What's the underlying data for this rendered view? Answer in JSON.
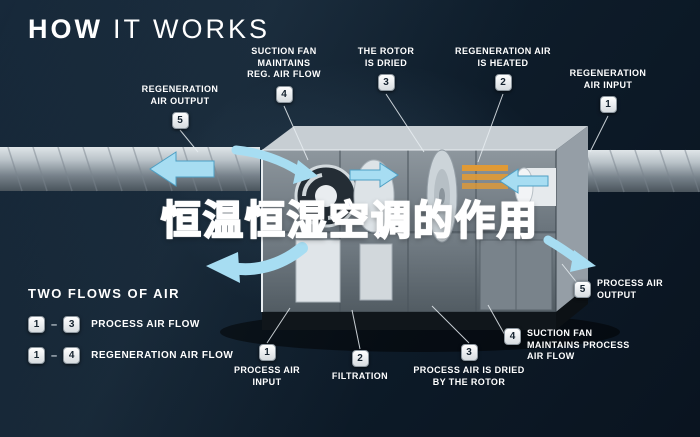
{
  "title": {
    "word_bold": "HOW",
    "word_light": "IT WORKS"
  },
  "overlay": {
    "text": "恒温恒湿空调的作用"
  },
  "callouts": {
    "top": [
      {
        "number": "5",
        "label": "REGENERATION\nAIR OUTPUT"
      },
      {
        "number": "4",
        "label": "SUCTION FAN\nMAINTAINS\nREG. AIR FLOW"
      },
      {
        "number": "3",
        "label": "THE ROTOR\nIS DRIED"
      },
      {
        "number": "2",
        "label": "REGENERATION AIR\nIS HEATED"
      },
      {
        "number": "1",
        "label": "REGENERATION\nAIR INPUT"
      }
    ],
    "bottom": [
      {
        "number": "1",
        "label": "PROCESS AIR\nINPUT"
      },
      {
        "number": "2",
        "label": "FILTRATION"
      },
      {
        "number": "3",
        "label": "PROCESS AIR IS DRIED\nBY THE ROTOR"
      },
      {
        "number": "4",
        "label": "SUCTION FAN\nMAINTAINS PROCESS\nAIR FLOW"
      },
      {
        "number": "5",
        "label": "PROCESS AIR\nOUTPUT"
      }
    ]
  },
  "legend": {
    "heading": "TWO FLOWS OF AIR",
    "dash": "–",
    "rows": [
      {
        "from": "1",
        "to": "3",
        "label": "PROCESS AIR FLOW"
      },
      {
        "from": "1",
        "to": "4",
        "label": "REGENERATION AIR FLOW"
      }
    ]
  },
  "colors": {
    "background_top": "#17293a",
    "background_bottom": "#0a1420",
    "accent_cyan": "#a7ddf2",
    "accent_cyan_deep": "#5fb3d6",
    "overlay_blue": "#4247c6",
    "heater_orange": "#e09a36",
    "badge_border": "#8d979f",
    "badge_text": "#14222e"
  }
}
